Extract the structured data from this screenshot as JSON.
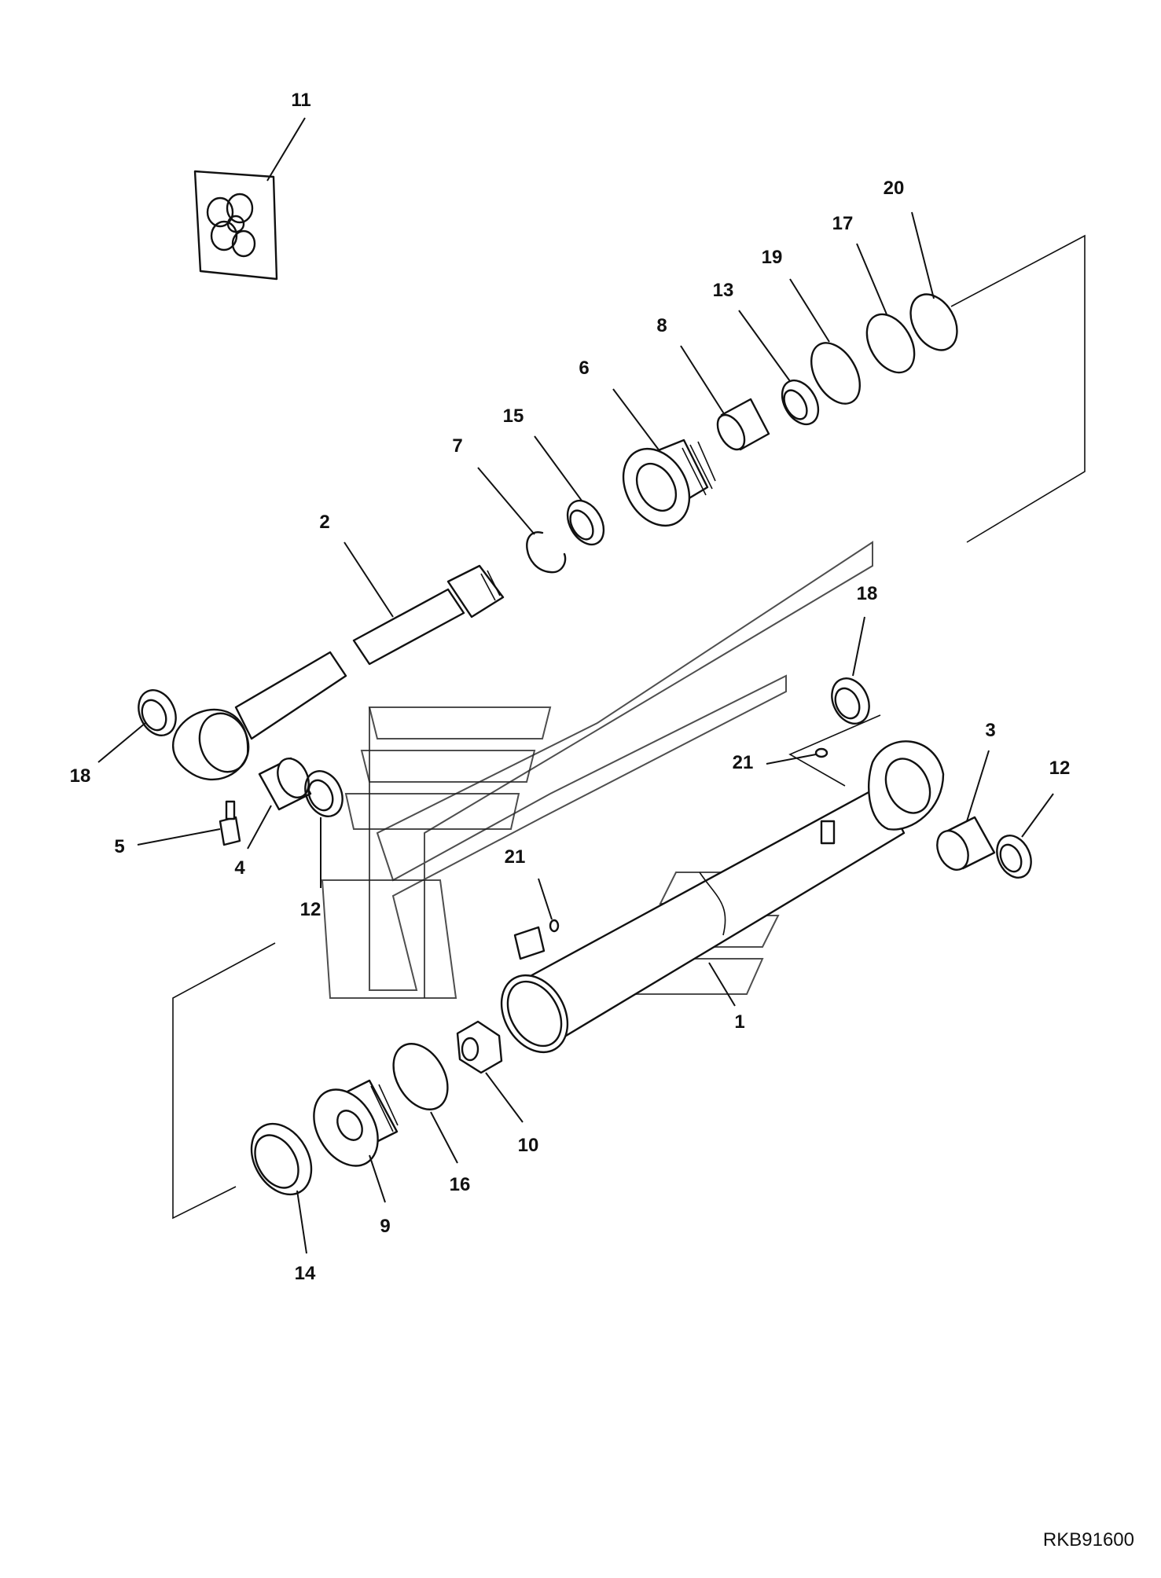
{
  "drawing_code": "RKB91600",
  "callouts": [
    {
      "id": "c11",
      "label": "11"
    },
    {
      "id": "c20",
      "label": "20"
    },
    {
      "id": "c17",
      "label": "17"
    },
    {
      "id": "c19",
      "label": "19"
    },
    {
      "id": "c13",
      "label": "13"
    },
    {
      "id": "c8",
      "label": "8"
    },
    {
      "id": "c6",
      "label": "6"
    },
    {
      "id": "c15",
      "label": "15"
    },
    {
      "id": "c7",
      "label": "7"
    },
    {
      "id": "c2",
      "label": "2"
    },
    {
      "id": "c18a",
      "label": "18"
    },
    {
      "id": "c18b",
      "label": "18"
    },
    {
      "id": "c3",
      "label": "3"
    },
    {
      "id": "c12a",
      "label": "12"
    },
    {
      "id": "c21a",
      "label": "21"
    },
    {
      "id": "c5",
      "label": "5"
    },
    {
      "id": "c4",
      "label": "4"
    },
    {
      "id": "c12b",
      "label": "12"
    },
    {
      "id": "c21b",
      "label": "21"
    },
    {
      "id": "c1",
      "label": "1"
    },
    {
      "id": "c10",
      "label": "10"
    },
    {
      "id": "c16",
      "label": "16"
    },
    {
      "id": "c9",
      "label": "9"
    },
    {
      "id": "c14",
      "label": "14"
    }
  ]
}
